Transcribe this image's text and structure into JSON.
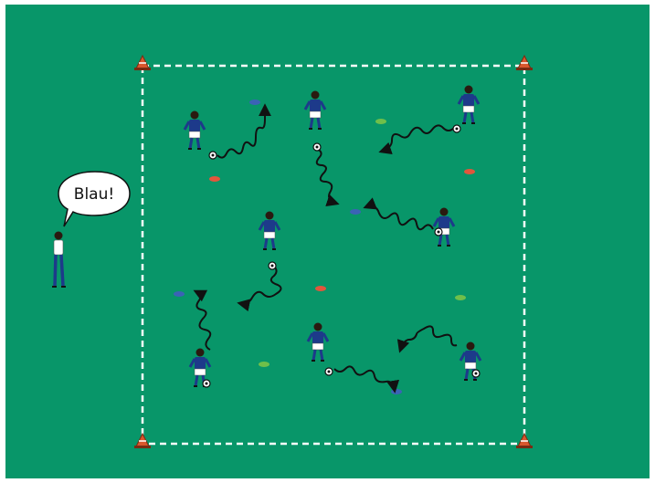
{
  "coach": {
    "call": "Blau!"
  },
  "colors": {
    "pitch": "#089669",
    "boundary": "#ffffff",
    "shirt": "#1d3a8a",
    "shorts": "#ffffff",
    "cone_blue": "#3b63b5",
    "cone_red": "#e2563c",
    "cone_green": "#6fbf4a",
    "marker_cone": "#d9572d",
    "arrow": "#111111"
  },
  "legend": {
    "field-boundary": "dashed-square",
    "corner-markers": "orange-cones",
    "small-cones": [
      "blue",
      "red",
      "green"
    ],
    "movement": "squiggly-dribble-arrows"
  }
}
